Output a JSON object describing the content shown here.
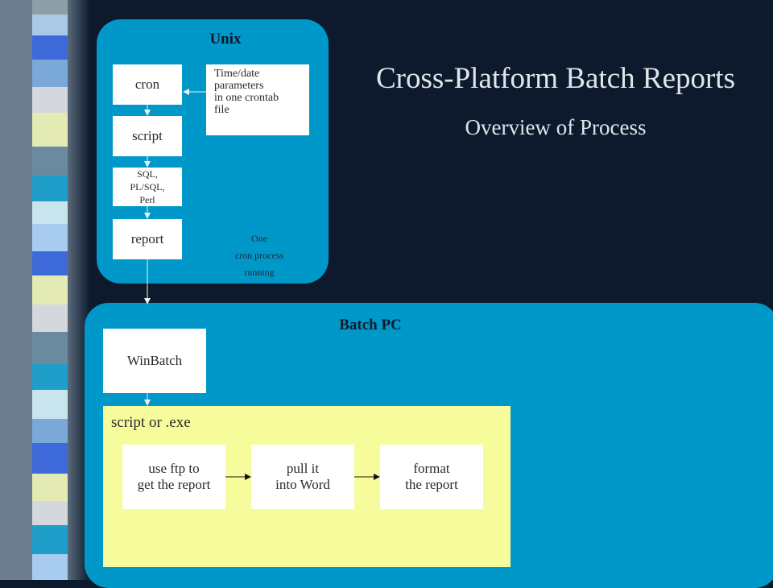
{
  "slide": {
    "title": "Cross-Platform Batch Reports",
    "subtitle": "Overview of Process"
  },
  "unix": {
    "label": "Unix",
    "cron": "cron",
    "params": "Time/date\nparameters\nin one crontab\nfile",
    "script": "script",
    "sql": "SQL,\nPL/SQL,\nPerl",
    "report": "report",
    "note": "One\ncron process\nrunning"
  },
  "batch_pc": {
    "label": "Batch PC",
    "winbatch": "WinBatch",
    "script_area": {
      "label": "script or .exe",
      "steps": [
        "use ftp to\nget the report",
        "pull it\ninto Word",
        "format\nthe report"
      ]
    }
  },
  "colors": {
    "background": "#0d1a2e",
    "panel": "#0098c8",
    "script_area": "#f6fc9c",
    "box": "#ffffff",
    "title_text": "#dfe5ea"
  }
}
